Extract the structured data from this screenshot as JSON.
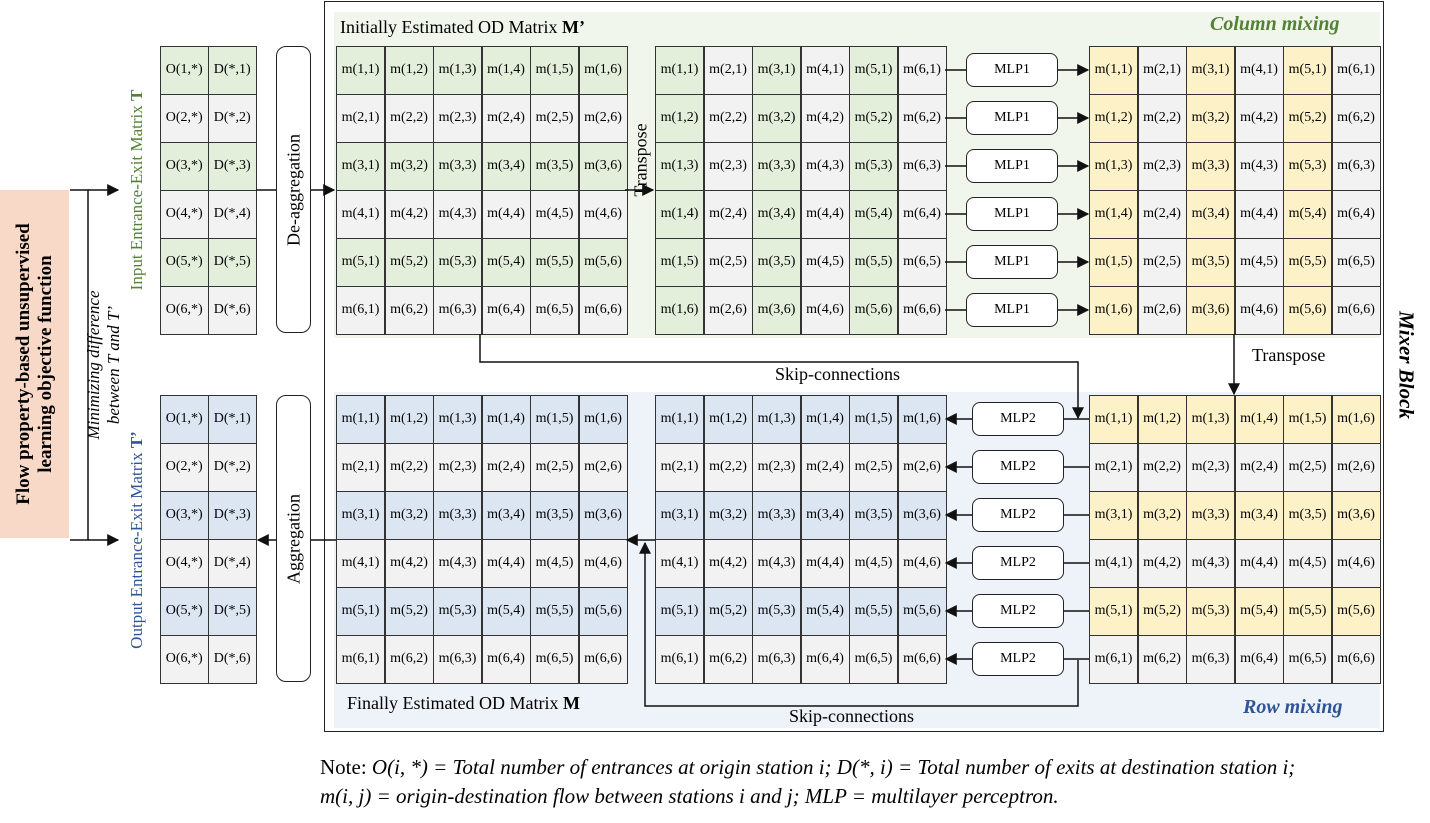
{
  "colors": {
    "green": "#e4efdb",
    "blue": "#dce6f2",
    "yellow": "#fdf1c7",
    "gray": "#f2f2f2",
    "panel_top": "#f1f6ec",
    "panel_bottom": "#eef3f9",
    "objective_bg": "#f8d9c8",
    "green_text": "#548235",
    "blue_text": "#2f5597"
  },
  "objective": {
    "line1": "Flow property-based unsupervised",
    "line2": "learning objective function"
  },
  "minimize": {
    "line1": "Minimizing difference",
    "line2": "between T and T’"
  },
  "input_matrix": {
    "label_prefix": "Input ",
    "label_colored": "Entrance-Exit",
    "label_suffix": " Matrix ",
    "label_symbol": "T"
  },
  "output_matrix": {
    "label_prefix": "Output ",
    "label_colored": "Entrance-Exit",
    "label_suffix": " Matrix ",
    "label_symbol": "T’"
  },
  "od_column_left": [
    "O(1,*)",
    "O(2,*)",
    "O(3,*)",
    "O(4,*)",
    "O(5,*)",
    "O(6,*)"
  ],
  "od_column_right": [
    "D(*,1)",
    "D(*,2)",
    "D(*,3)",
    "D(*,4)",
    "D(*,5)",
    "D(*,6)"
  ],
  "deaggregation": "De-aggregation",
  "aggregation": "Aggregation",
  "initial_title": "Initially Estimated OD Matrix ",
  "initial_symbol": "M’",
  "final_title": "Finally Estimated OD Matrix ",
  "final_symbol": "M",
  "column_mixing": "Column mixing",
  "row_mixing": "Row mixing",
  "mixer_block": "Mixer Block",
  "transpose": "Transpose",
  "skip_connections": "Skip-connections",
  "mlp1": "MLP1",
  "mlp2": "MLP2",
  "note": {
    "lead": "Note: ",
    "line1": "O(i, *) = Total number of entrances at origin station i; D(*, i) = Total number of exits at destination station i;",
    "line2": "m(i, j) = origin-destination flow between stations i and j; MLP = multilayer perceptron."
  }
}
